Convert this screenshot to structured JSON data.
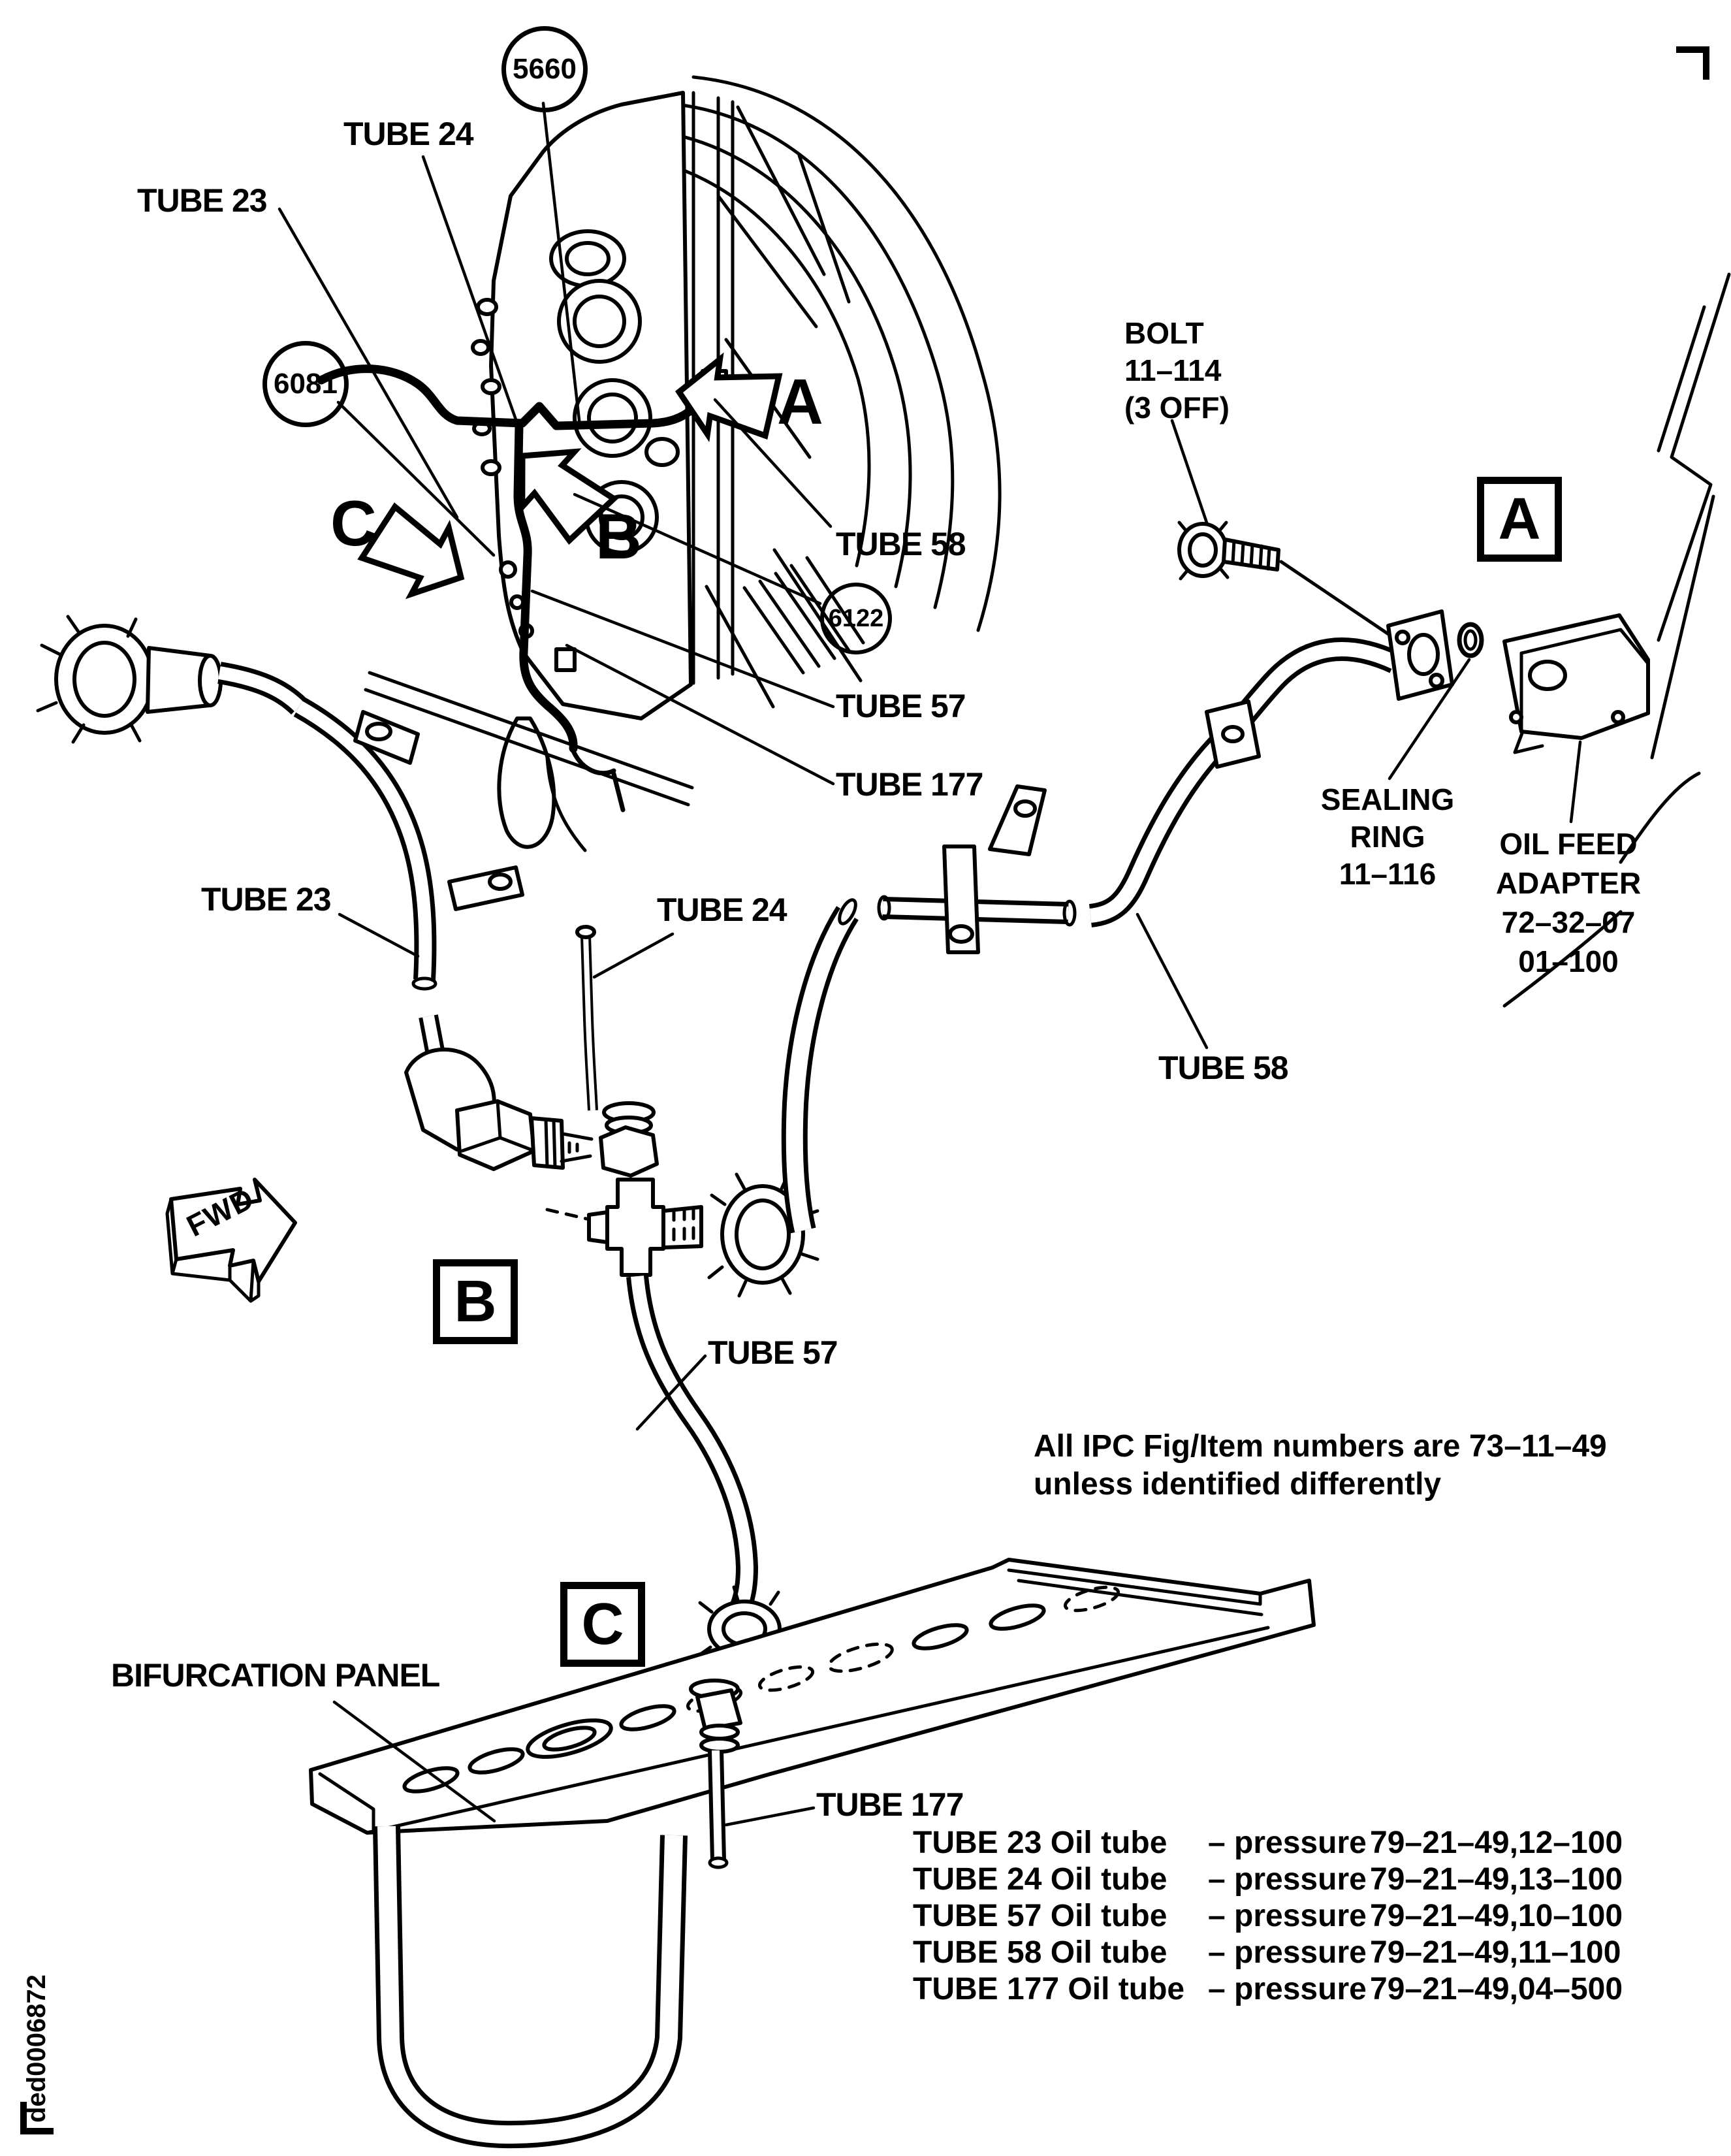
{
  "doc_code": "ded0006872",
  "note": {
    "line1": "All IPC Fig/Item numbers are 73–11–49",
    "line2": "unless identified differently"
  },
  "callouts": {
    "c5660": "5660",
    "c6081": "6081",
    "c6122": "6122"
  },
  "tube_labels": {
    "tube23_top": "TUBE 23",
    "tube24_top": "TUBE 24",
    "tube58_upper": "TUBE 58",
    "tube57_upper": "TUBE 57",
    "tube177_upper": "TUBE 177",
    "tube23_mid": "TUBE 23",
    "tube24_mid": "TUBE 24",
    "tube58_mid": "TUBE 58",
    "tube57_mid": "TUBE 57",
    "tube177_lower": "TUBE 177",
    "bifurcation_panel": "BIFURCATION PANEL"
  },
  "bolt_label": {
    "line1": "BOLT",
    "line2": "11–114",
    "line3": "(3 OFF)"
  },
  "sealing_ring_label": {
    "line1": "SEALING",
    "line2": "RING",
    "line3": "11–116"
  },
  "oil_feed_label": {
    "line1": "OIL FEED",
    "line2": "ADAPTER",
    "line3": "72–32–07",
    "line4": "01–100"
  },
  "detail_boxes": {
    "a": "A",
    "b": "B",
    "c": "C"
  },
  "view_arrows": {
    "a": "A",
    "b": "B",
    "c": "C"
  },
  "fwd_label": "FWD",
  "ipc_table": {
    "rows": [
      {
        "item": "TUBE 23 Oil tube",
        "sep": "– pressure",
        "ref": "79–21–49,12–100"
      },
      {
        "item": "TUBE 24 Oil tube",
        "sep": "– pressure",
        "ref": "79–21–49,13–100"
      },
      {
        "item": "TUBE 57 Oil tube",
        "sep": "– pressure",
        "ref": "79–21–49,10–100"
      },
      {
        "item": "TUBE 58 Oil tube",
        "sep": "– pressure",
        "ref": "79–21–49,11–100"
      },
      {
        "item": "TUBE 177 Oil tube",
        "sep": "– pressure",
        "ref": "79–21–49,04–500"
      }
    ]
  }
}
